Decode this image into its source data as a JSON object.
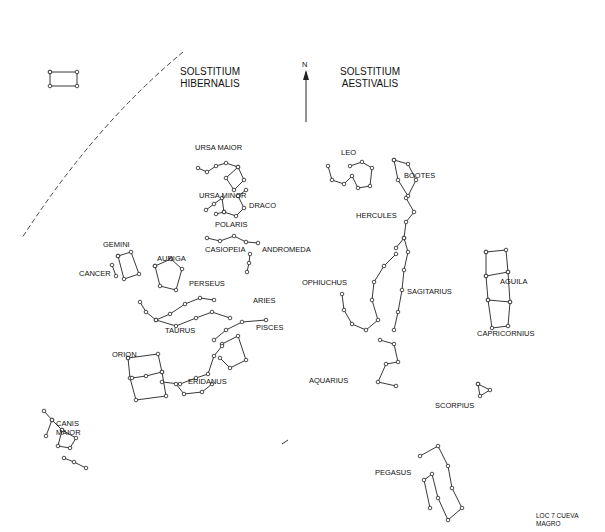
{
  "diagram": {
    "caption": "LOC 7 CUEVA MAGRO",
    "labels": [
      "SOLSTITIUM HIBERNALIS",
      "N",
      "SOLSTITIUM AESTIVALIS",
      "URSA MAIOR",
      "URSA MINOR",
      "DRACO",
      "POLARIS",
      "CASIOPEIA",
      "ANDROMEDA",
      "GEMINI",
      "AURIGA",
      "CANCER",
      "PERSEUS",
      "ARIES",
      "TAURUS",
      "PISCES",
      "ORION",
      "ERIDANUS",
      "CANIS MAIOR",
      "LEO",
      "BOOTES",
      "HERCULES",
      "OPHIUCHUS",
      "SAGITARIUS",
      "AGUILA",
      "CAPRICORNIUS",
      "AQUARIUS",
      "SCORPIUS",
      "PEGASUS"
    ]
  }
}
